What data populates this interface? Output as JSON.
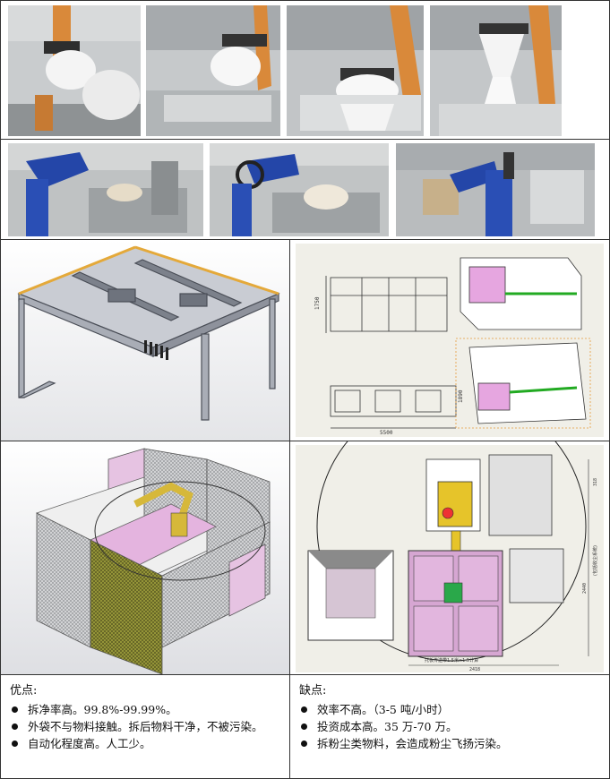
{
  "drawing_labels": {
    "height_dim": "1750",
    "width_dim": "5500",
    "small_dim": "1890",
    "plan_dim": "2418",
    "side_dim": "2440",
    "side_note": "(包括收尘系统)",
    "bottom_note": "托板传送带1.5米×1.5计算",
    "top_dim": "318"
  },
  "pros": {
    "title": "优点:",
    "items": [
      "拆净率高。99.8%-99.99%。",
      "外袋不与物料接触。拆后物料干净，不被污染。",
      "自动化程度高。人工少。"
    ]
  },
  "cons": {
    "title": "缺点:",
    "items": [
      "效率不高。（3-5 吨/小时）",
      "投资成本高。35 万-70 万。",
      "拆粉尘类物料，会造成粉尘飞扬污染。"
    ]
  }
}
